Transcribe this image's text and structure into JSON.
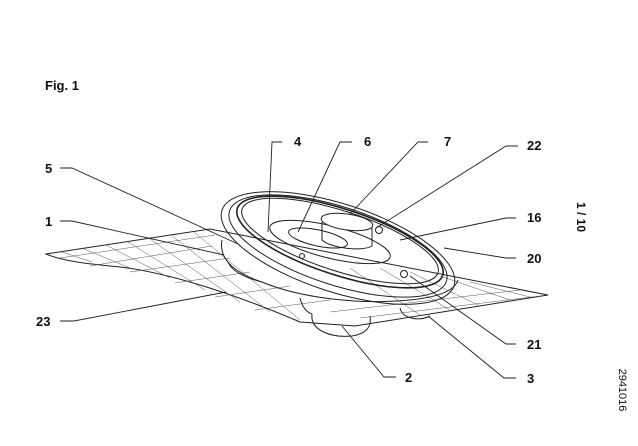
{
  "figure_title": "Fig. 1",
  "sheet_number": "1 / 10",
  "document_number": "2941016",
  "reference_numerals": [
    "4",
    "6",
    "7",
    "22",
    "5",
    "16",
    "1",
    "20",
    "23",
    "21",
    "2",
    "3"
  ]
}
